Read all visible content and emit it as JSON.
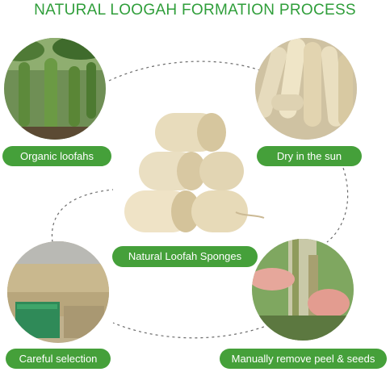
{
  "title": "NATURAL LOOGAH FORMATION PROCESS",
  "steps": [
    {
      "label": "Organic loofahs",
      "image": "green-loofah-plants-image"
    },
    {
      "label": "Dry in the sun",
      "image": "dried-loofahs-image"
    },
    {
      "label": "Careful selection",
      "image": "loofah-bales-image"
    },
    {
      "label": "Manually remove peel & seeds",
      "image": "hands-peeling-loofah-image"
    }
  ],
  "center": {
    "label": "Natural Loofah Sponges",
    "image": "loofah-sponges-stack-image"
  },
  "colors": {
    "title": "#2f9e3a",
    "label_bg": "#45a03a",
    "label_text": "#ffffff",
    "dashed_line": "#6a6a6a"
  }
}
